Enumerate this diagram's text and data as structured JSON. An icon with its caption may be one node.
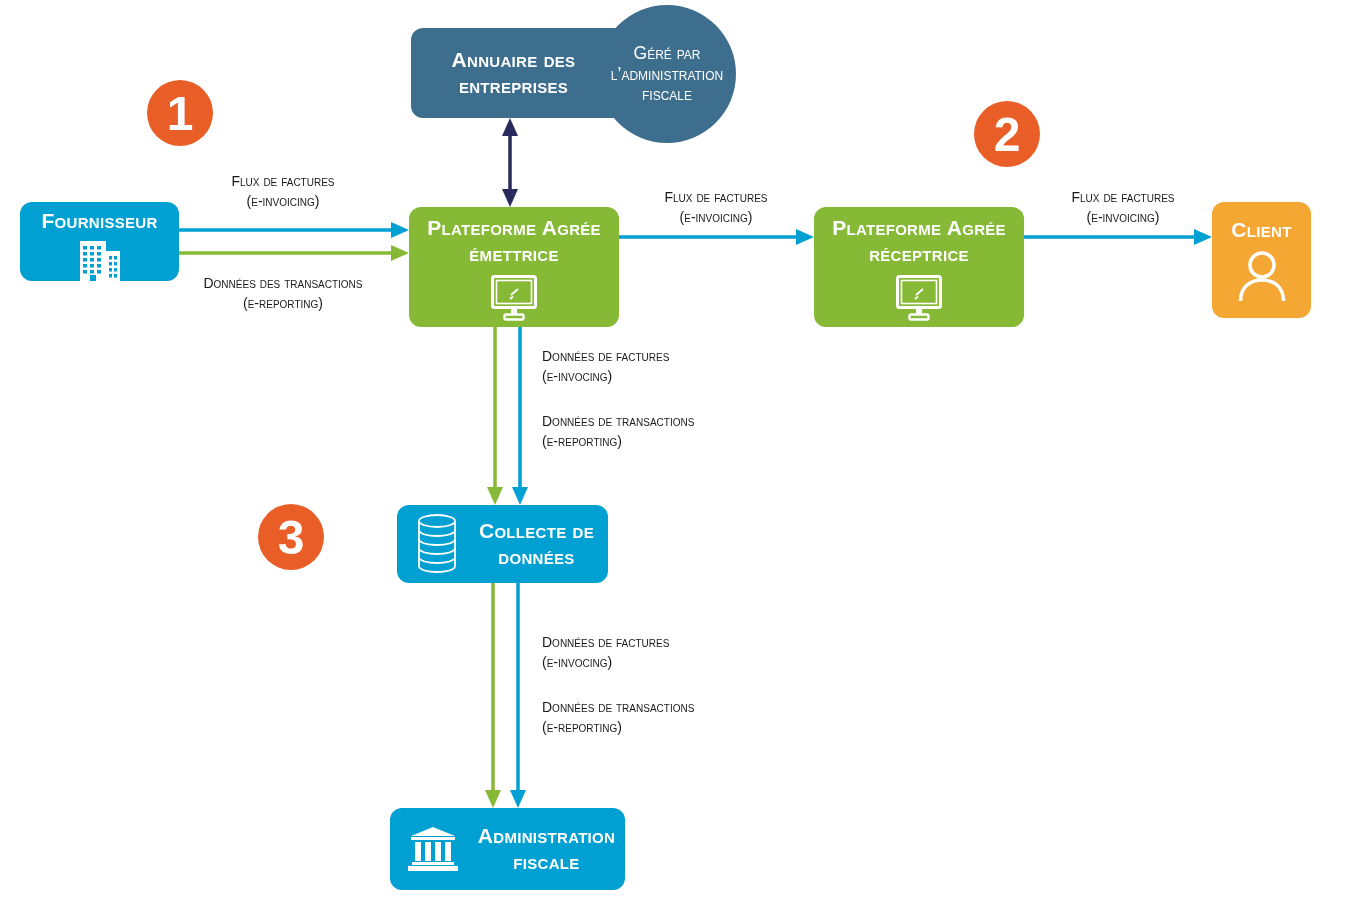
{
  "diagram": {
    "nodes": [
      {
        "text": [
          "Annuaire des entreprises"
        ]
      },
      {
        "text": [
          "Géré par l’administration fiscale"
        ]
      },
      {
        "text": [
          "1"
        ]
      },
      {
        "text": [
          "2"
        ]
      },
      {
        "text": [
          "Fournisseur"
        ]
      },
      {
        "text": [
          "Plateforme Agrée émettrice"
        ]
      },
      {
        "text": [
          "Plateforme Agrée réceptrice"
        ]
      },
      {
        "text": [
          "Client"
        ]
      },
      {
        "text": [
          "3"
        ]
      },
      {
        "text": [
          "Collecte de données"
        ]
      },
      {
        "text": [
          "Administration fiscale"
        ]
      }
    ],
    "edges": [
      {
        "from": 0,
        "to": 5,
        "arrow": "both",
        "color": "#2b2a5c"
      },
      {
        "from": 4,
        "to": 5,
        "arrow": "to",
        "label": "Flux de factures (e-invoicing)"
      },
      {
        "from": 4,
        "to": 5,
        "arrow": "to",
        "label": "Données des transactions (e-reporting)",
        "color": "#86b935"
      },
      {
        "from": 5,
        "to": 6,
        "arrow": "to",
        "label": "Flux de factures (e-invoicing)"
      },
      {
        "from": 6,
        "to": 7,
        "arrow": "to",
        "label": "Flux de factures (e-invoicing)"
      },
      {
        "from": 5,
        "to": 9,
        "arrow": "to",
        "label": "Données de transactions (e-reporting)",
        "color": "#86b935"
      },
      {
        "from": 5,
        "to": 9,
        "arrow": "to",
        "label": "Données de factures (e-invocing)"
      },
      {
        "from": 9,
        "to": 10,
        "arrow": "to",
        "label": "Données de transactions (e-reporting)",
        "color": "#86b935"
      },
      {
        "from": 9,
        "to": 10,
        "arrow": "to",
        "label": "Données de factures (e-invocing)"
      }
    ]
  }
}
